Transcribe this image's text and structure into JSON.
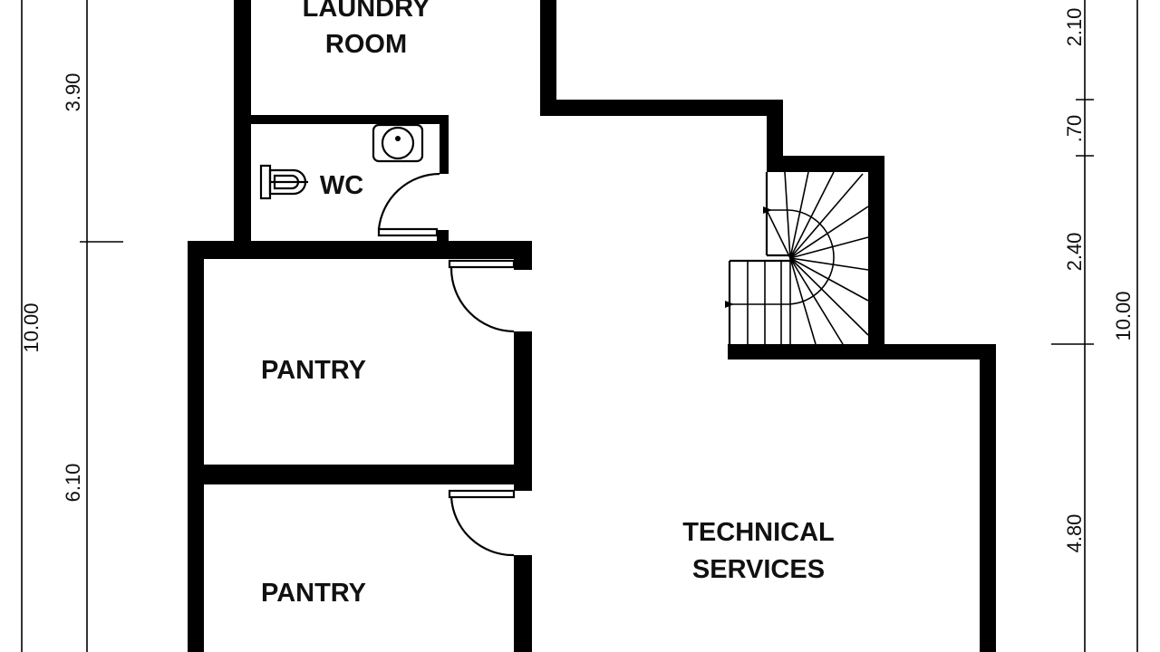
{
  "rooms": {
    "laundry": [
      "LAUNDRY",
      "ROOM"
    ],
    "wc": "WC",
    "pantry_1": "PANTRY",
    "pantry_2": "PANTRY",
    "technical": [
      "TECHNICAL",
      "SERVICES"
    ]
  },
  "dimensions": {
    "left_upper": "3.90",
    "left_total": "10.00",
    "left_lower": "6.10",
    "right_top": "2.10",
    "right_small": ".70",
    "right_mid": "2.40",
    "right_lower": "4.80",
    "right_total": "10.00"
  },
  "colors": {
    "wall": "#000000",
    "background": "#ffffff",
    "text": "#111111"
  }
}
